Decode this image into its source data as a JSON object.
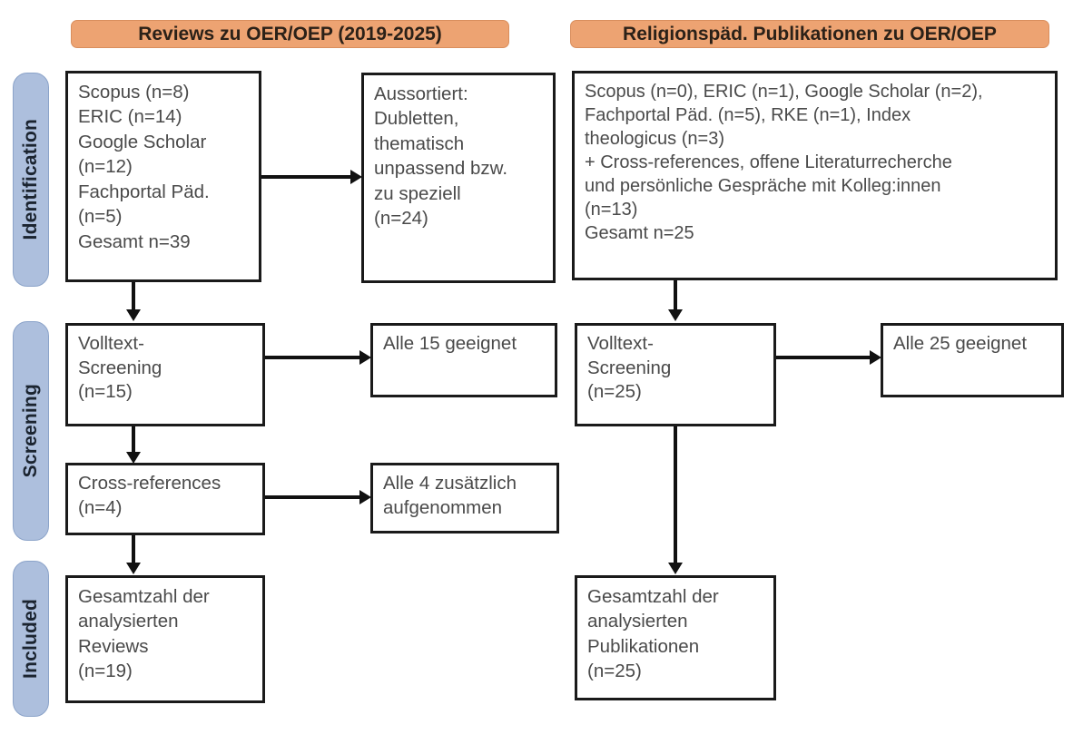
{
  "figure": {
    "type": "prisma-flow-diagram",
    "stages": [
      {
        "id": "identification",
        "label": "Identification"
      },
      {
        "id": "screening",
        "label": "Screening"
      },
      {
        "id": "included",
        "label": "Included"
      }
    ],
    "columns": [
      {
        "id": "reviews",
        "header": "Reviews zu OER/OEP (2019-2025)"
      },
      {
        "id": "publikationen",
        "header": "Religionspäd. Publikationen zu OER/OEP"
      }
    ],
    "colors": {
      "header_fill": "#eda372",
      "header_border": "#d98e5d",
      "stage_fill": "#adbfdd",
      "stage_border": "#8ba3c9",
      "box_border": "#1a1a1a",
      "box_fill": "#ffffff",
      "text": "#4a4a4a",
      "connector": "#111111"
    },
    "boxes": {
      "left_identification": "Scopus (n=8)\nERIC (n=14)\nGoogle Scholar\n(n=12)\nFachportal Päd.\n(n=5)\nGesamt n=39",
      "left_excluded": "Aussortiert:\nDubletten,\nthematisch\nunpassend bzw.\nzu speziell\n(n=24)",
      "left_screening": "Volltext-\nScreening\n(n=15)",
      "left_screening_result": "Alle 15 geeignet",
      "left_crossref": "Cross-references\n(n=4)",
      "left_crossref_result": "Alle 4 zusätzlich\naufgenommen",
      "left_included": "Gesamtzahl der\nanalysierten\nReviews\n(n=19)",
      "right_identification": "Scopus (n=0), ERIC (n=1), Google Scholar (n=2),\nFachportal Päd. (n=5), RKE (n=1), Index\ntheologicus (n=3)\n+ Cross-references, offene Literaturrecherche\nund persönliche Gespräche mit Kolleg:innen\n(n=13)\nGesamt n=25",
      "right_screening": "Volltext-\nScreening\n(n=25)",
      "right_screening_result": "Alle 25 geeignet",
      "right_included": "Gesamtzahl der\nanalysierten\nPublikationen\n(n=25)"
    }
  }
}
